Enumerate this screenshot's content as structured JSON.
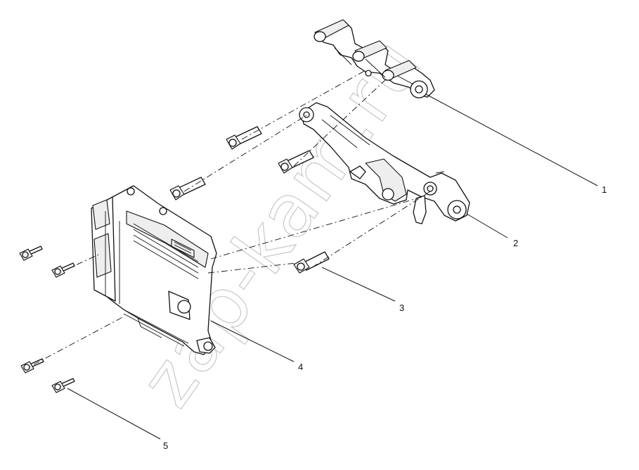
{
  "callouts": [
    {
      "number": "1",
      "part": "hanger"
    },
    {
      "number": "2",
      "part": "bracket"
    },
    {
      "number": "3",
      "part": "bolt"
    },
    {
      "number": "4",
      "part": "control-module"
    },
    {
      "number": "5",
      "part": "bolt"
    }
  ],
  "watermark": "zap-kam.ru"
}
